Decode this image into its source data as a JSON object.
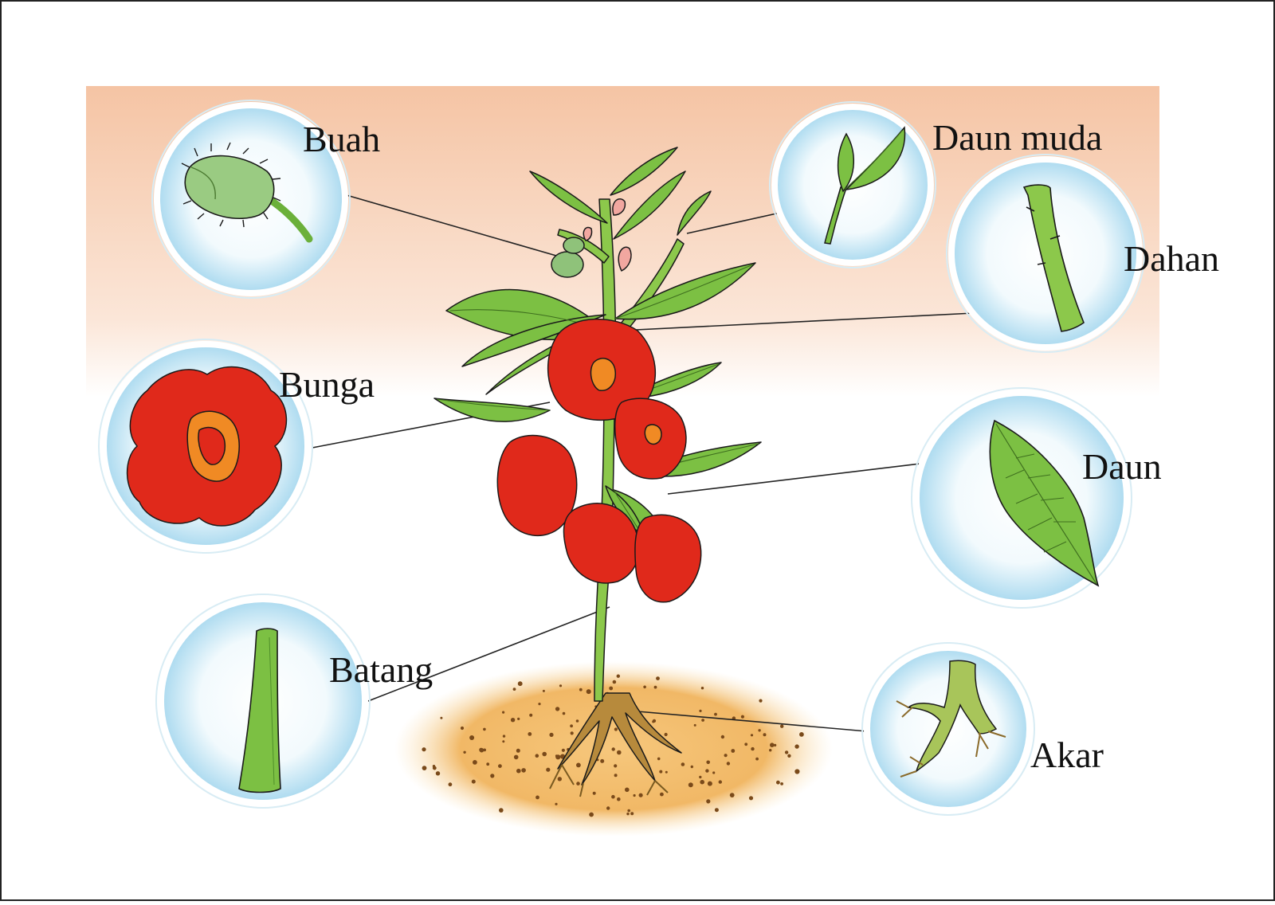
{
  "diagram": {
    "parts": [
      {
        "key": "buah",
        "label": "Buah",
        "icon": "fruit-icon"
      },
      {
        "key": "daun_muda",
        "label": "Daun muda",
        "icon": "young-leaf-icon"
      },
      {
        "key": "dahan",
        "label": "Dahan",
        "icon": "branch-icon"
      },
      {
        "key": "bunga",
        "label": "Bunga",
        "icon": "flower-icon"
      },
      {
        "key": "daun",
        "label": "Daun",
        "icon": "leaf-icon"
      },
      {
        "key": "batang",
        "label": "Batang",
        "icon": "stem-icon"
      },
      {
        "key": "akar",
        "label": "Akar",
        "icon": "root-icon"
      }
    ]
  },
  "colors": {
    "background_top": "#f5c4a4",
    "leaf_green": "#7cc043",
    "leaf_dark": "#4f8f2a",
    "flower_red": "#e0291b",
    "flower_center": "#f08a24",
    "circle_fill": "#bfe3f2",
    "soil": "#f0b866",
    "outline": "#1a1a1a"
  }
}
